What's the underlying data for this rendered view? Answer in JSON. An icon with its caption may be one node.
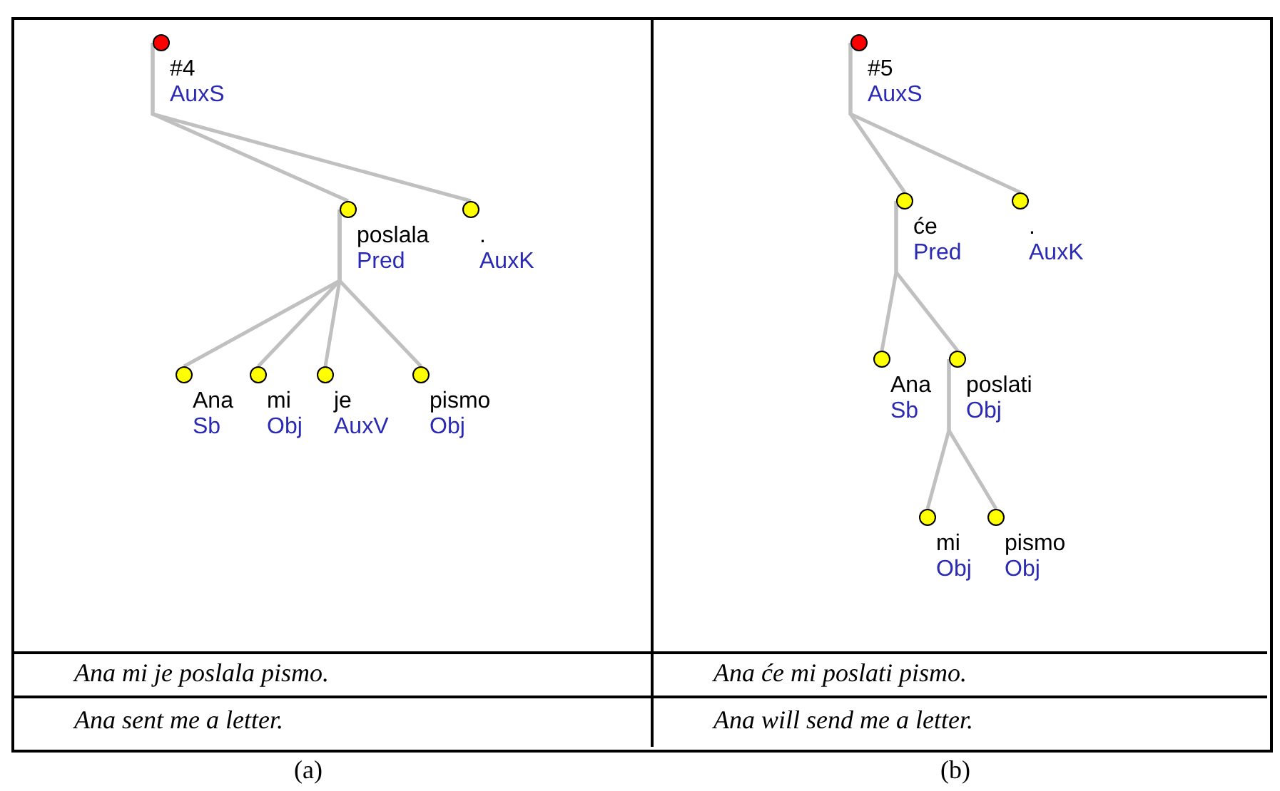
{
  "diagram": {
    "nodes": [
      {
        "text": [
          "#4",
          "AuxS"
        ]
      },
      {
        "text": [
          "poslala",
          "Pred"
        ]
      },
      {
        "text": [
          ".",
          "AuxK"
        ]
      },
      {
        "text": [
          "Ana",
          "Sb"
        ]
      },
      {
        "text": [
          "mi",
          "Obj"
        ]
      },
      {
        "text": [
          "je",
          "AuxV"
        ]
      },
      {
        "text": [
          "pismo",
          "Obj"
        ]
      },
      {
        "text": [
          "#5",
          "AuxS"
        ]
      },
      {
        "text": [
          "će",
          "Pred"
        ]
      },
      {
        "text": [
          ".",
          "AuxK"
        ]
      },
      {
        "text": [
          "Ana",
          "Sb"
        ]
      },
      {
        "text": [
          "poslati",
          "Obj"
        ]
      },
      {
        "text": [
          "mi",
          "Obj"
        ]
      },
      {
        "text": [
          "pismo",
          "Obj"
        ]
      }
    ],
    "edges": [
      {
        "from": 0,
        "to": 1,
        "arrow": "none"
      },
      {
        "from": 0,
        "to": 2,
        "arrow": "none"
      },
      {
        "from": 1,
        "to": 3,
        "arrow": "none"
      },
      {
        "from": 1,
        "to": 4,
        "arrow": "none"
      },
      {
        "from": 1,
        "to": 5,
        "arrow": "none"
      },
      {
        "from": 1,
        "to": 6,
        "arrow": "none"
      },
      {
        "from": 7,
        "to": 8,
        "arrow": "none"
      },
      {
        "from": 7,
        "to": 9,
        "arrow": "none"
      },
      {
        "from": 8,
        "to": 10,
        "arrow": "none"
      },
      {
        "from": 8,
        "to": 11,
        "arrow": "none"
      },
      {
        "from": 11,
        "to": 12,
        "arrow": "none"
      },
      {
        "from": 11,
        "to": 13,
        "arrow": "none"
      }
    ],
    "labels": [
      "Ana mi je poslala pismo.",
      "Ana će mi poslati pismo.",
      "Ana sent me a letter.",
      "Ana will send me a letter.",
      "(a)",
      "(b)"
    ]
  }
}
